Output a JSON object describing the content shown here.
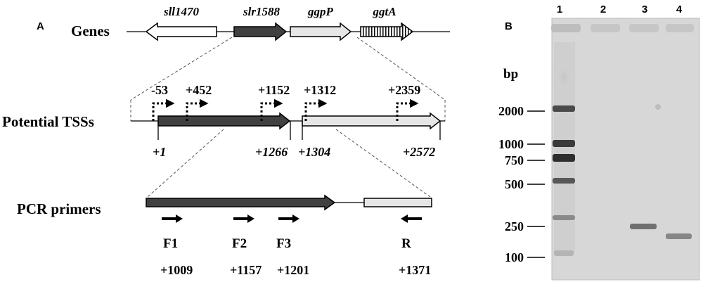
{
  "panel_a": {
    "label": "A",
    "rows": {
      "genes": "Genes",
      "tss": "Potential TSSs",
      "pcr": "PCR primers"
    },
    "genes": [
      {
        "name": "sll1470",
        "direction": "left",
        "fill": "#ffffff"
      },
      {
        "name": "slr1588",
        "direction": "right",
        "fill": "#404040"
      },
      {
        "name": "ggpP",
        "direction": "right",
        "fill": "#e6e6e6"
      },
      {
        "name": "ggtA",
        "direction": "right",
        "fill": "vertical-hatch"
      }
    ],
    "tss_positions": [
      "-53",
      "+452",
      "+1152",
      "+1312",
      "+2359"
    ],
    "gene_boundaries": [
      "+1",
      "+1266",
      "+1304",
      "+2572"
    ],
    "primers": [
      {
        "name": "F1",
        "position": "+1009",
        "direction": "forward"
      },
      {
        "name": "F2",
        "position": "+1157",
        "direction": "forward"
      },
      {
        "name": "F3",
        "position": "+1201",
        "direction": "forward"
      },
      {
        "name": "R",
        "position": "+1371",
        "direction": "reverse"
      }
    ]
  },
  "panel_b": {
    "label": "B",
    "unit": "bp",
    "lanes": [
      "1",
      "2",
      "3",
      "4"
    ],
    "ladder": [
      "2000",
      "1000",
      "750",
      "500",
      "250",
      "100"
    ]
  },
  "colors": {
    "slr1588": "#404040",
    "ggpP": "#e6e6e6",
    "gel_background": "#d7d7d7"
  }
}
